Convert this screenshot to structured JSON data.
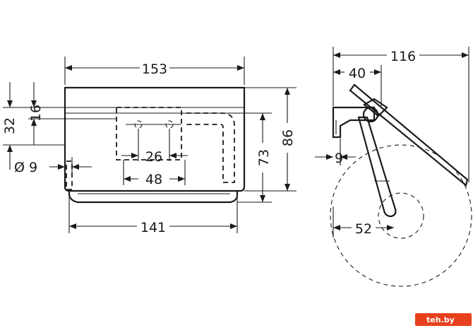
{
  "dimensions": {
    "front_width_top": "153",
    "front_height_32": "32",
    "front_height_16": "16",
    "front_dia_9": "Ø 9",
    "front_spacing_26": "26",
    "front_spacing_48": "48",
    "front_height_73": "73",
    "front_height_86": "86",
    "front_width_bottom": "141",
    "side_depth_116": "116",
    "side_depth_40": "40",
    "side_offset_9": "9",
    "side_radius_52": "52"
  },
  "watermark": {
    "text": "teh.by",
    "color": "#e8401c"
  }
}
